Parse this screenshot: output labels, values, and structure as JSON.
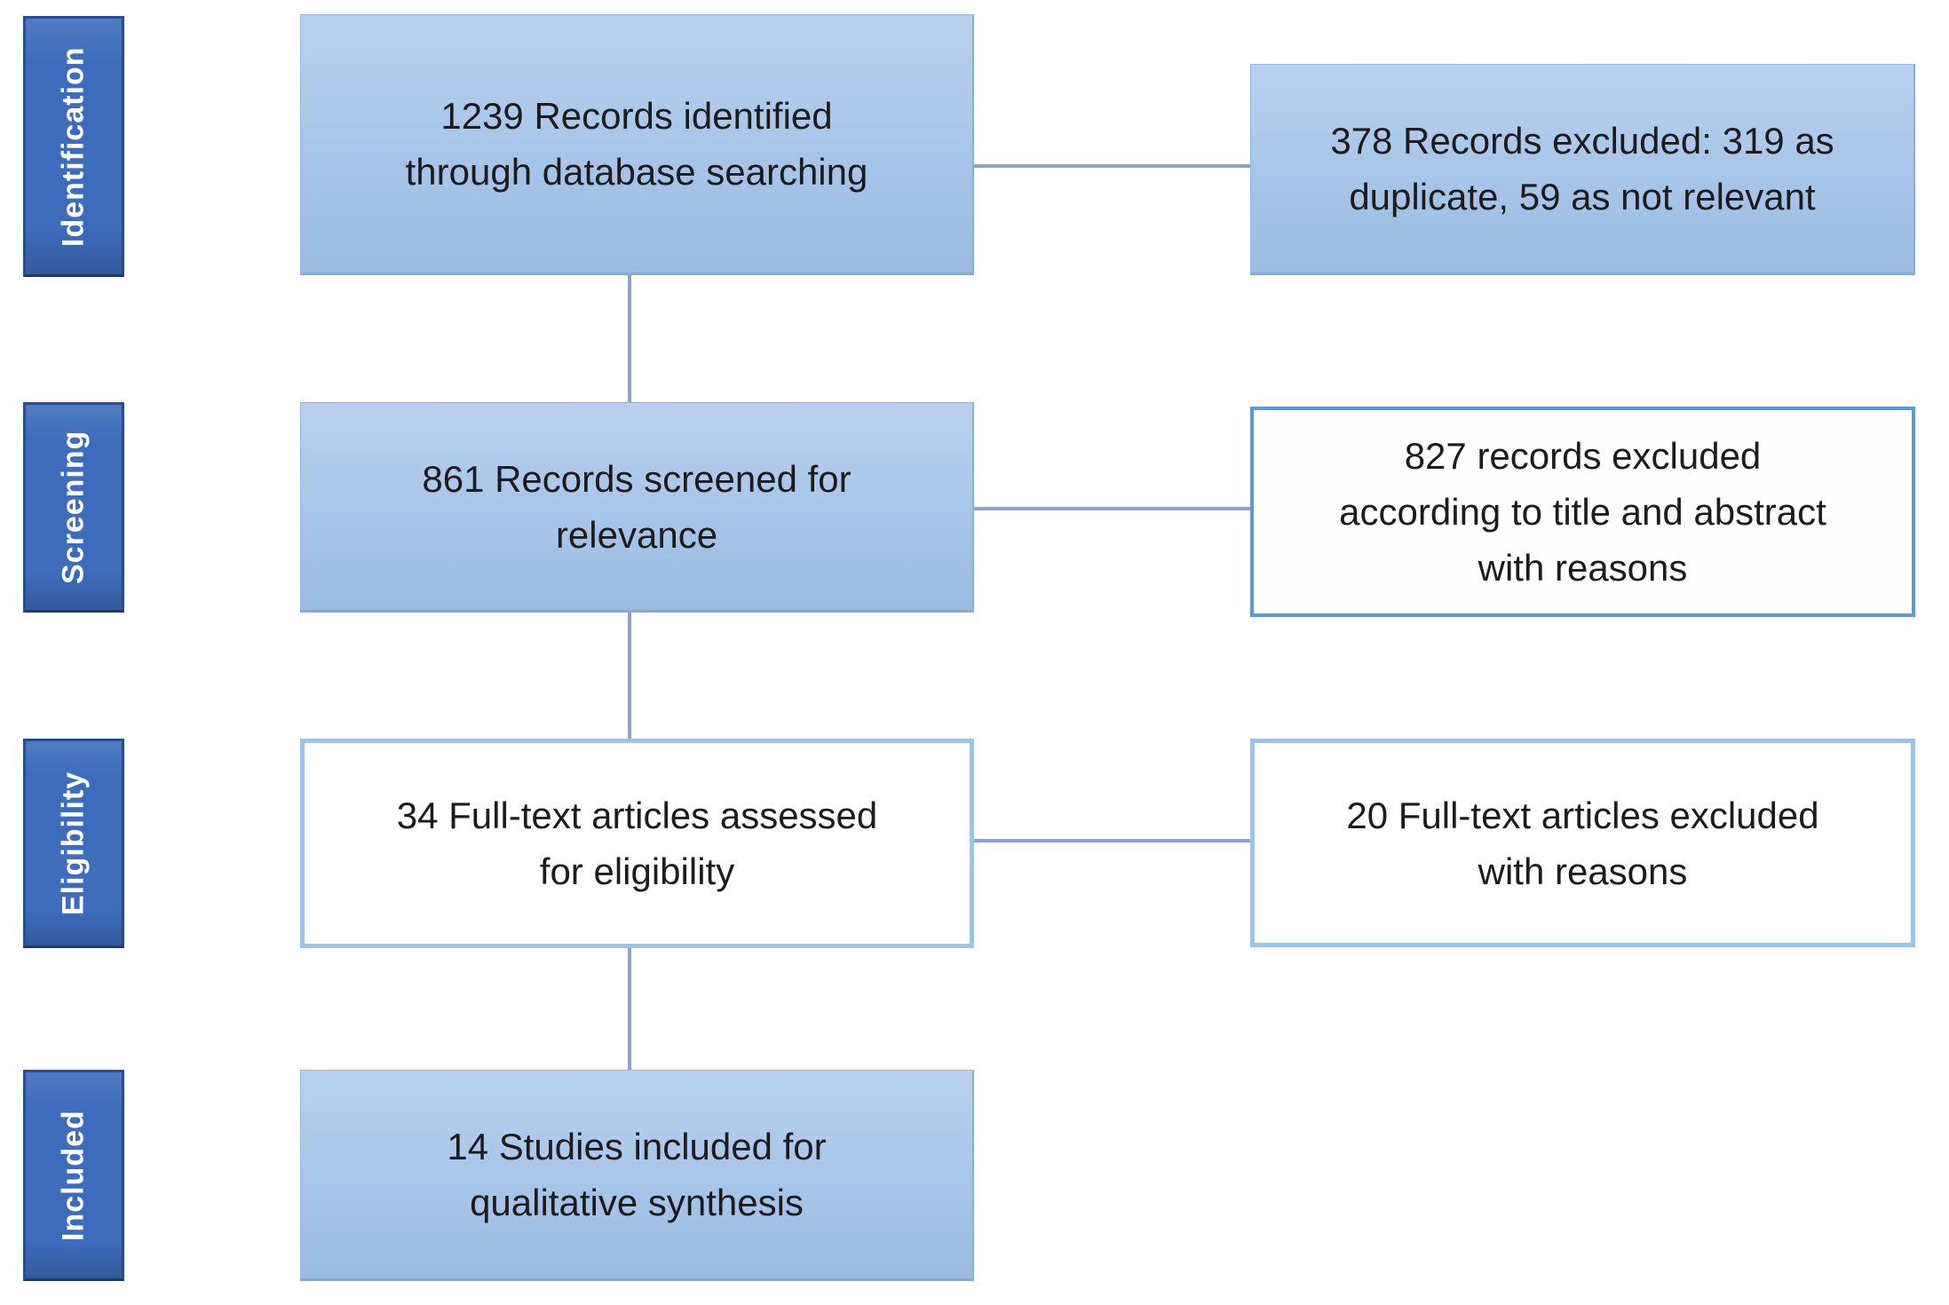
{
  "diagram": {
    "type": "prisma-flow",
    "stages": [
      {
        "label": "Identification"
      },
      {
        "label": "Screening"
      },
      {
        "label": "Eligibility"
      },
      {
        "label": "Included"
      }
    ],
    "main_boxes": [
      {
        "count": 1239,
        "text": "1239 Records identified through database searching"
      },
      {
        "count": 861,
        "text": "861 Records screened for relevance"
      },
      {
        "count": 34,
        "text": "34 Full-text articles assessed for eligibility"
      },
      {
        "count": 14,
        "text": "14 Studies included for qualitative synthesis"
      }
    ],
    "exclusion_boxes": [
      {
        "count": 378,
        "text": "378 Records excluded: 319 as duplicate, 59 as not relevant"
      },
      {
        "count": 827,
        "text": "827 records excluded according to title and abstract with reasons"
      },
      {
        "count": 20,
        "text": "20 Full-text articles excluded with reasons"
      }
    ],
    "colors": {
      "background": "#ffffff",
      "stage_fill": "#3d6cbd",
      "stage_border": "#2a4d8c",
      "stage_text": "#ffffff",
      "box_fill_light": "#a7c5e8",
      "white_box_border_light": "#9dc3e6",
      "white_box_border_medium": "#5b9bd5",
      "connector": "#8aa3d4",
      "text": "#1c1c1c"
    }
  }
}
